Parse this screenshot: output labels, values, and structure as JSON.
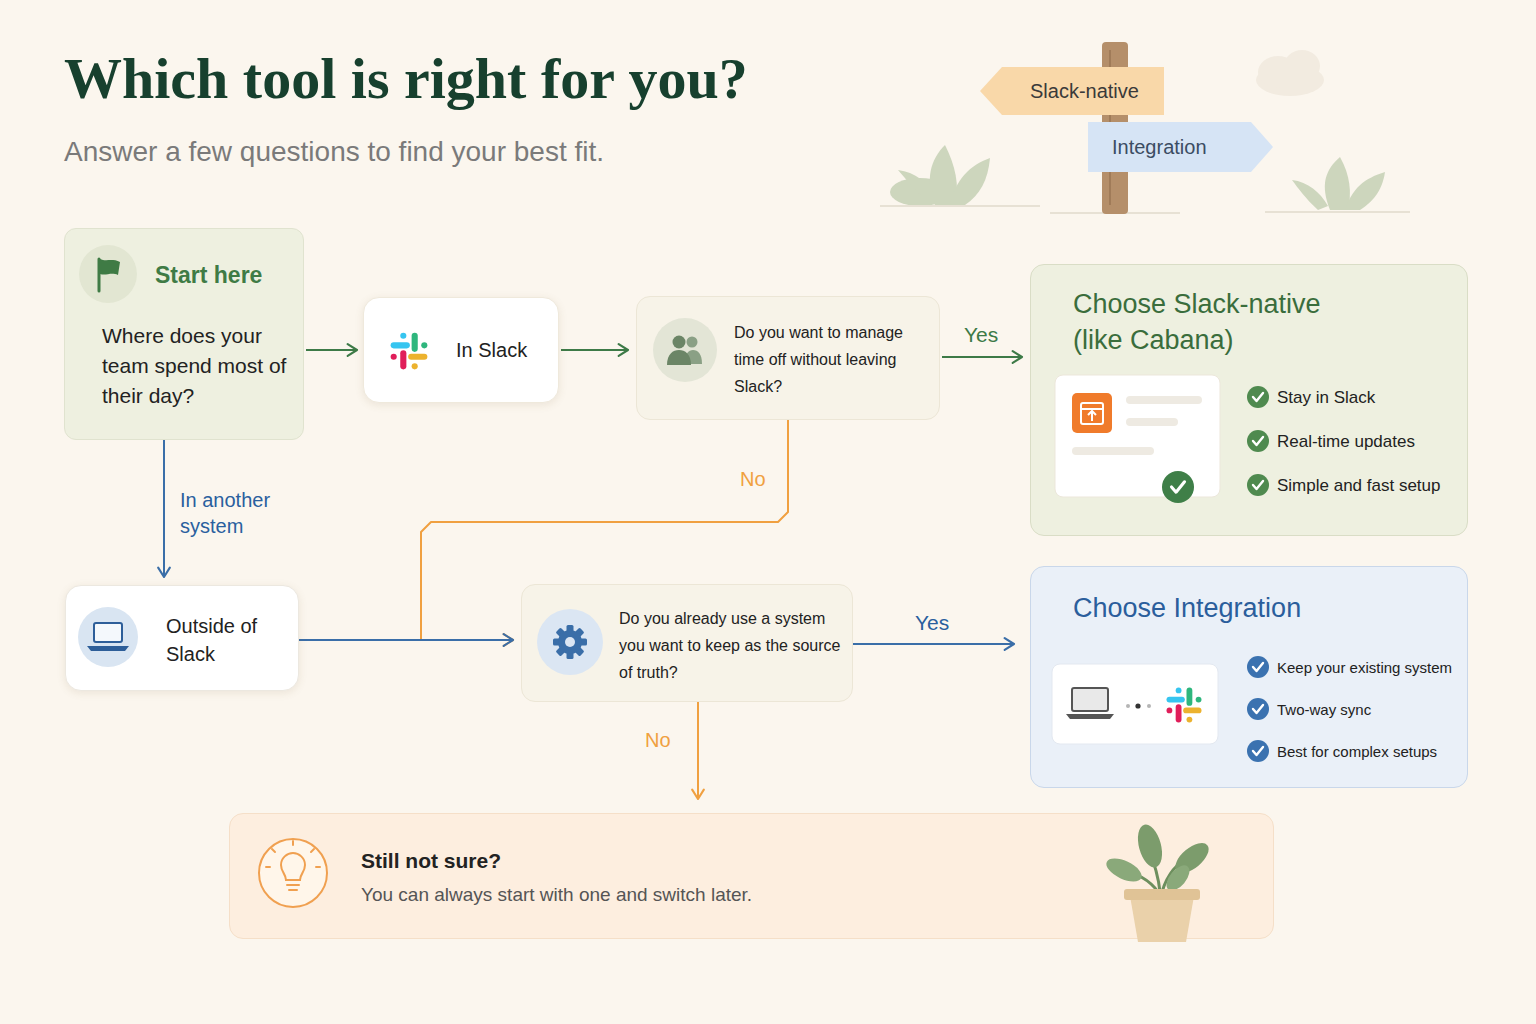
{
  "diagram": {
    "title": "Which tool is right for you?",
    "nodes": [
      {
        "text": [
          "Slack-native"
        ]
      },
      {
        "text": [
          "Integration"
        ]
      },
      {
        "text": [
          "Start here",
          "Where does your team spend most of their day?"
        ]
      },
      {
        "text": [
          "In Slack"
        ]
      },
      {
        "text": [
          "Do you want to manage time off without leaving Slack?"
        ]
      },
      {
        "text": [
          "Choose Slack-native (like Cabana)",
          "Stay in Slack",
          "Real-time updates",
          "Simple and fast setup"
        ]
      },
      {
        "text": [
          "Outside of Slack"
        ]
      },
      {
        "text": [
          "Do you already use a system you want to keep as the source of truth?"
        ]
      },
      {
        "text": [
          "Choose Integration",
          "Keep your existing system",
          "Two-way sync",
          "Best for complex setups"
        ]
      },
      {
        "text": [
          "Still not sure?",
          "You can always start with one and switch later."
        ]
      }
    ],
    "edges": [
      {
        "from": 2,
        "to": 3,
        "arrow": "to"
      },
      {
        "from": 3,
        "to": 4,
        "arrow": "to"
      },
      {
        "from": 4,
        "to": 5,
        "label": "Yes",
        "arrow": "to"
      },
      {
        "from": 4,
        "to": 7,
        "label": "No",
        "arrow": "to"
      },
      {
        "from": 2,
        "to": 6,
        "label": "In another system",
        "arrow": "to"
      },
      {
        "from": 6,
        "to": 7,
        "arrow": "to"
      },
      {
        "from": 7,
        "to": 8,
        "label": "Yes",
        "arrow": "to"
      },
      {
        "from": 7,
        "to": 9,
        "label": "No",
        "arrow": "to"
      }
    ],
    "labels": [
      "Answer a few questions to find your best fit."
    ]
  }
}
